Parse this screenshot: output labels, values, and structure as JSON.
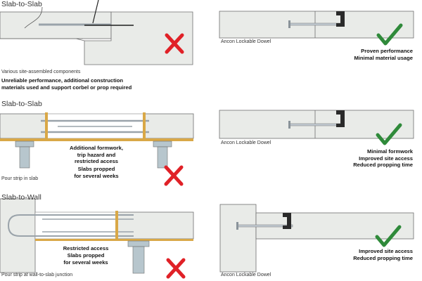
{
  "rows": [
    {
      "heading": "Slab-to-Slab",
      "left_caption": "Various site-assembled components",
      "left_notes": [
        "Unreliable performance, additional construction",
        "materials used and support corbel or prop required"
      ],
      "right_caption": "Ancon Lockable Dowel",
      "right_benefits": [
        "Proven performance",
        "Minimal material usage"
      ]
    },
    {
      "heading": "Slab-to-Slab",
      "left_caption": "Pour strip in slab",
      "left_notes": [
        "Additional formwork,",
        "trip hazard and",
        "restricted access",
        "Slabs propped",
        "for several weeks"
      ],
      "right_caption": "Ancon Lockable Dowel",
      "right_benefits": [
        "Minimal formwork",
        "Improved site access",
        "Reduced propping time"
      ]
    },
    {
      "heading": "Slab-to-Wall",
      "left_caption": "Pour strip at wall-to-slab junction",
      "left_notes": [
        "Restricted access",
        "Slabs propped",
        "for several weeks"
      ],
      "right_caption": "Ancon Lockable Dowel",
      "right_benefits": [
        "Improved site access",
        "Reduced propping time"
      ]
    }
  ],
  "colors": {
    "concrete": "#e9ebe8",
    "outline": "#6f6f6f",
    "formwork": "#d9a847",
    "prop": "#b7c6cd",
    "dowel": "#c3ccd3",
    "sleeve": "#2a2a2a",
    "cross": "#e02127",
    "tick": "#2f8a3a"
  },
  "icons": [
    "cross-icon",
    "tick-icon"
  ]
}
